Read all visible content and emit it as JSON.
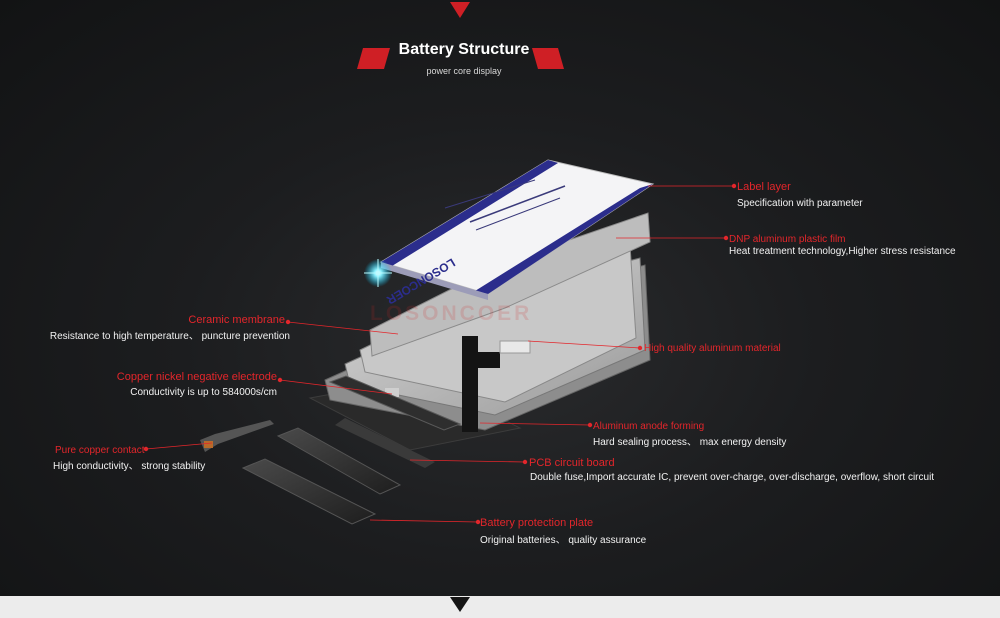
{
  "header": {
    "title": "Battery Structure",
    "subtitle": "power core display"
  },
  "watermark": "LOSONCOER",
  "battery_label": {
    "brand": "LOSONCOER"
  },
  "parts": [
    {
      "label": "Label layer",
      "desc": "Specification with parameter"
    },
    {
      "label": "DNP aluminum plastic film",
      "desc": "Heat treatment technology,Higher stress resistance"
    },
    {
      "label": "High quality aluminum material",
      "desc": ""
    },
    {
      "label": "Aluminum anode forming",
      "desc": "Hard sealing process、 max energy density"
    },
    {
      "label": "PCB circuit board",
      "desc": "Double fuse,Import accurate IC, prevent over-charge, over-discharge, overflow, short circuit"
    },
    {
      "label": "Battery protection plate",
      "desc": "Original batteries、 quality assurance"
    },
    {
      "label": "Ceramic membrane",
      "desc": "Resistance to high temperature、 puncture prevention"
    },
    {
      "label": "Copper nickel negative electrode",
      "desc": "Conductivity is up to 584000s/cm"
    },
    {
      "label": "Pure copper contact",
      "desc": "High conductivity、 strong stability"
    }
  ],
  "colors": {
    "accent": "#e3262b",
    "background": "#171819",
    "label_blue": "#2b2d8c"
  }
}
